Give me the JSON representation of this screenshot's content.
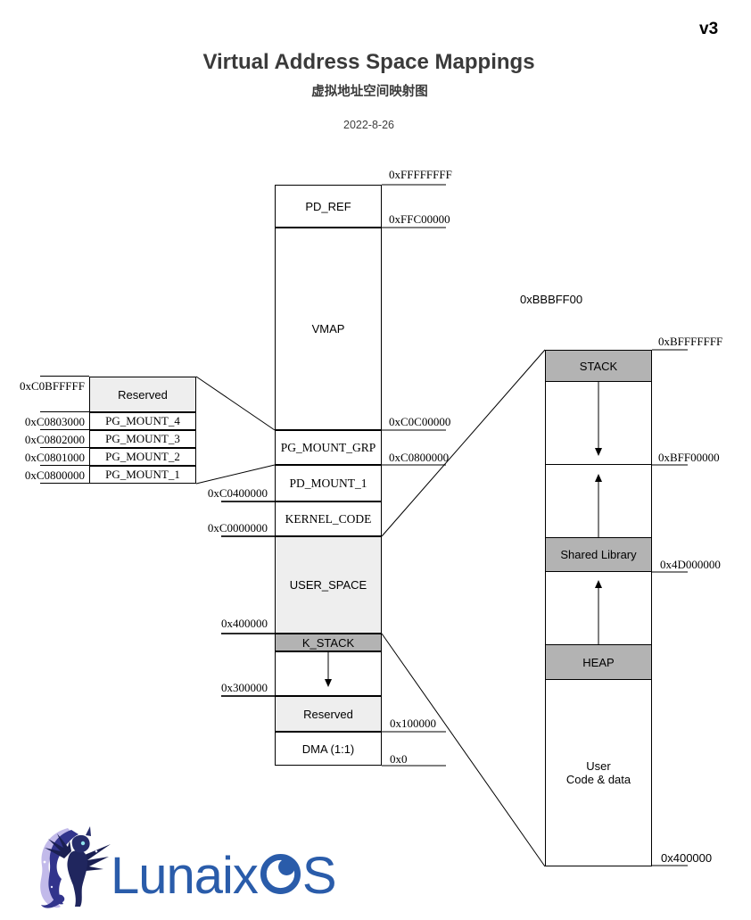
{
  "meta": {
    "version_label": "v3"
  },
  "header": {
    "title": "Virtual Address Space Mappings",
    "subtitle": "虚拟地址空间映射图",
    "date": "2022-8-26"
  },
  "kernel_map": {
    "blocks": [
      {
        "label": "PD_REF"
      },
      {
        "label": "VMAP"
      },
      {
        "label": "PG_MOUNT_GRP"
      },
      {
        "label": "PD_MOUNT_1"
      },
      {
        "label": "KERNEL_CODE"
      },
      {
        "label": "USER_SPACE"
      },
      {
        "label": "K_STACK"
      },
      {
        "label": "Reserved"
      },
      {
        "label": "DMA (1:1)"
      }
    ],
    "right_addresses": [
      "0xFFFFFFFF",
      "0xFFC00000",
      "0xC0C00000",
      "0xC0800000",
      "0x100000",
      "0x0"
    ],
    "left_addresses": [
      "0xC0400000",
      "0xC0000000",
      "0x400000",
      "0x300000"
    ]
  },
  "pg_mount_detail": {
    "rows": [
      {
        "label": "Reserved",
        "address": "0xC0BFFFFF"
      },
      {
        "label": "PG_MOUNT_4",
        "address": "0xC0803000"
      },
      {
        "label": "PG_MOUNT_3",
        "address": "0xC0802000"
      },
      {
        "label": "PG_MOUNT_2",
        "address": "0xC0801000"
      },
      {
        "label": "PG_MOUNT_1",
        "address": "0xC0800000"
      }
    ]
  },
  "user_space_detail": {
    "note_address": "0xBBBFF00",
    "blocks": [
      {
        "label": "STACK"
      },
      {
        "label": "Shared Library"
      },
      {
        "label": "HEAP"
      },
      {
        "label_line1": "User",
        "label_line2": "Code & data"
      }
    ],
    "addresses": [
      "0xBFFFFFFF",
      "0xBFF00000",
      "0x4D000000",
      "0x400000"
    ]
  },
  "logo": {
    "text_prefix": "Lunaix",
    "text_suffix": "S",
    "name": "LunaixOS"
  },
  "colors": {
    "accent_blue": "#2a5caa",
    "block_gray": "#b3b3b3",
    "block_light_gray": "#eeeeee"
  }
}
